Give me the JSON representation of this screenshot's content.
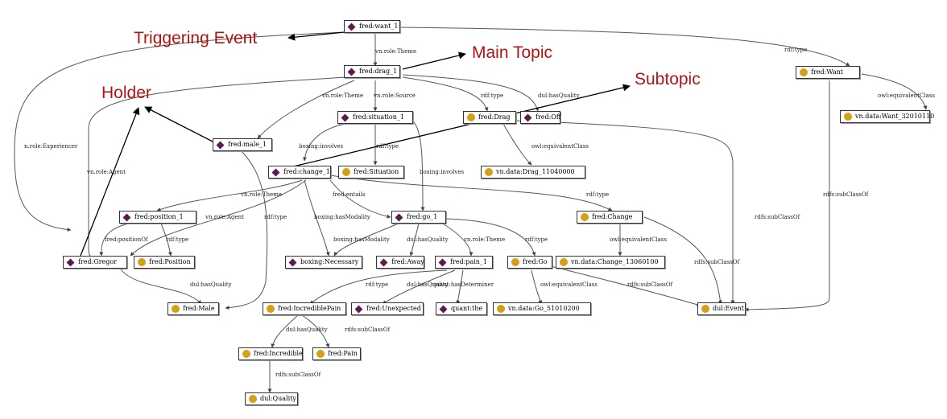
{
  "annotations": {
    "triggering_event": "Triggering Event",
    "main_topic": "Main Topic",
    "holder": "Holder",
    "subtopic": "Subtopic"
  },
  "colors": {
    "individual": "#5e1a4e",
    "class": "#d4a017",
    "annotation": "#b01414"
  },
  "nodes": [
    {
      "id": "want_1",
      "label": "fred:want_1",
      "kind": "individual"
    },
    {
      "id": "drag_1",
      "label": "fred:drag_1",
      "kind": "individual"
    },
    {
      "id": "Want",
      "label": "fred:Want",
      "kind": "class"
    },
    {
      "id": "Want_vn",
      "label": "vn.data:Want_32010110",
      "kind": "class"
    },
    {
      "id": "situation_1",
      "label": "fred:situation_1",
      "kind": "individual"
    },
    {
      "id": "Drag",
      "label": "fred:Drag",
      "kind": "class"
    },
    {
      "id": "Off",
      "label": "fred:Off",
      "kind": "individual"
    },
    {
      "id": "male_1",
      "label": "fred:male_1",
      "kind": "individual"
    },
    {
      "id": "change_1",
      "label": "fred:change_1",
      "kind": "individual"
    },
    {
      "id": "Situation",
      "label": "fred:Situation",
      "kind": "class"
    },
    {
      "id": "Drag_vn",
      "label": "vn.data:Drag_11040000",
      "kind": "class"
    },
    {
      "id": "position_1",
      "label": "fred:position_1",
      "kind": "individual"
    },
    {
      "id": "go_1",
      "label": "fred:go_1",
      "kind": "individual"
    },
    {
      "id": "Change",
      "label": "fred:Change",
      "kind": "class"
    },
    {
      "id": "Gregor",
      "label": "fred:Gregor",
      "kind": "individual"
    },
    {
      "id": "Position",
      "label": "fred:Position",
      "kind": "class"
    },
    {
      "id": "Necessary",
      "label": "boxing:Necessary",
      "kind": "individual"
    },
    {
      "id": "Away",
      "label": "fred:Away",
      "kind": "individual"
    },
    {
      "id": "pain_1",
      "label": "fred:pain_1",
      "kind": "individual"
    },
    {
      "id": "Go",
      "label": "fred:Go",
      "kind": "class"
    },
    {
      "id": "Change_vn",
      "label": "vn.data:Change_13060100",
      "kind": "class"
    },
    {
      "id": "Male",
      "label": "fred:Male",
      "kind": "class"
    },
    {
      "id": "IncrediblePain",
      "label": "fred:IncrediblePain",
      "kind": "class"
    },
    {
      "id": "Unexpected",
      "label": "fred:Unexpected",
      "kind": "individual"
    },
    {
      "id": "the",
      "label": "quant:the",
      "kind": "individual"
    },
    {
      "id": "Go_vn",
      "label": "vn.data:Go_51010200",
      "kind": "class"
    },
    {
      "id": "Event",
      "label": "dul:Event",
      "kind": "class"
    },
    {
      "id": "Incredible",
      "label": "fred:Incredible",
      "kind": "class"
    },
    {
      "id": "Pain",
      "label": "fred:Pain",
      "kind": "class"
    },
    {
      "id": "Quality",
      "label": "dul:Quality",
      "kind": "class"
    }
  ],
  "edge_labels": [
    {
      "id": "e_rdftype_want",
      "text": "rdf:type"
    },
    {
      "id": "e_theme_want",
      "text": "vn.role:Theme"
    },
    {
      "id": "e_experiencer",
      "text": "n.role:Experiencer"
    },
    {
      "id": "e_equiv_want",
      "text": "owl:equivalentClass"
    },
    {
      "id": "e_theme_drag",
      "text": "vn.role:Theme"
    },
    {
      "id": "e_source",
      "text": "vn.role:Source"
    },
    {
      "id": "e_rdftype_drag",
      "text": "rdf:type"
    },
    {
      "id": "e_hasquality_drag",
      "text": "dul:hasQuality"
    },
    {
      "id": "e_agent_drag",
      "text": "vn.role:Agent"
    },
    {
      "id": "e_involves1",
      "text": "boxing:involves"
    },
    {
      "id": "e_rdftype_sit",
      "text": "rdf:type"
    },
    {
      "id": "e_involves2",
      "text": "boxing:involves"
    },
    {
      "id": "e_equiv_drag",
      "text": "owl:equivalentClass"
    },
    {
      "id": "e_subclass_want",
      "text": "rdfs:subClassOf"
    },
    {
      "id": "e_theme_change",
      "text": "vn.role:Theme"
    },
    {
      "id": "e_entails",
      "text": "fred:entails"
    },
    {
      "id": "e_rdftype_change",
      "text": "rdf:type"
    },
    {
      "id": "e_agent_change",
      "text": "vn.role:Agent"
    },
    {
      "id": "e_rdftype_male",
      "text": "rdf:type"
    },
    {
      "id": "e_modality1",
      "text": "boxing:hasModality"
    },
    {
      "id": "e_subclass_drag",
      "text": "rdfs:subClassOf"
    },
    {
      "id": "e_positionof",
      "text": "fred:positionOf"
    },
    {
      "id": "e_rdftype_pos",
      "text": "rdf:type"
    },
    {
      "id": "e_modality2",
      "text": "boxing:hasModality"
    },
    {
      "id": "e_hasquality_go",
      "text": "dul:hasQuality"
    },
    {
      "id": "e_theme_go",
      "text": "vn.role:Theme"
    },
    {
      "id": "e_rdftype_go",
      "text": "rdf:type"
    },
    {
      "id": "e_equiv_change",
      "text": "owl:equivalentClass"
    },
    {
      "id": "e_subclass_change",
      "text": "rdfs:subClassOf"
    },
    {
      "id": "e_hasquality_gregor",
      "text": "dul:hasQuality"
    },
    {
      "id": "e_rdftype_pain",
      "text": "rdf:type"
    },
    {
      "id": "e_hasquality_pain",
      "text": "dul:hasQuality"
    },
    {
      "id": "e_determiner",
      "text": "quant:hasDeterminer"
    },
    {
      "id": "e_equiv_go",
      "text": "owl:equivalentClass"
    },
    {
      "id": "e_subclass_go",
      "text": "rdfs:subClassOf"
    },
    {
      "id": "e_hasquality_ip",
      "text": "dul:hasQuality"
    },
    {
      "id": "e_subclass_ip",
      "text": "rdfs:subClassOf"
    },
    {
      "id": "e_subclass_inc",
      "text": "rdfs:subClassOf"
    }
  ]
}
